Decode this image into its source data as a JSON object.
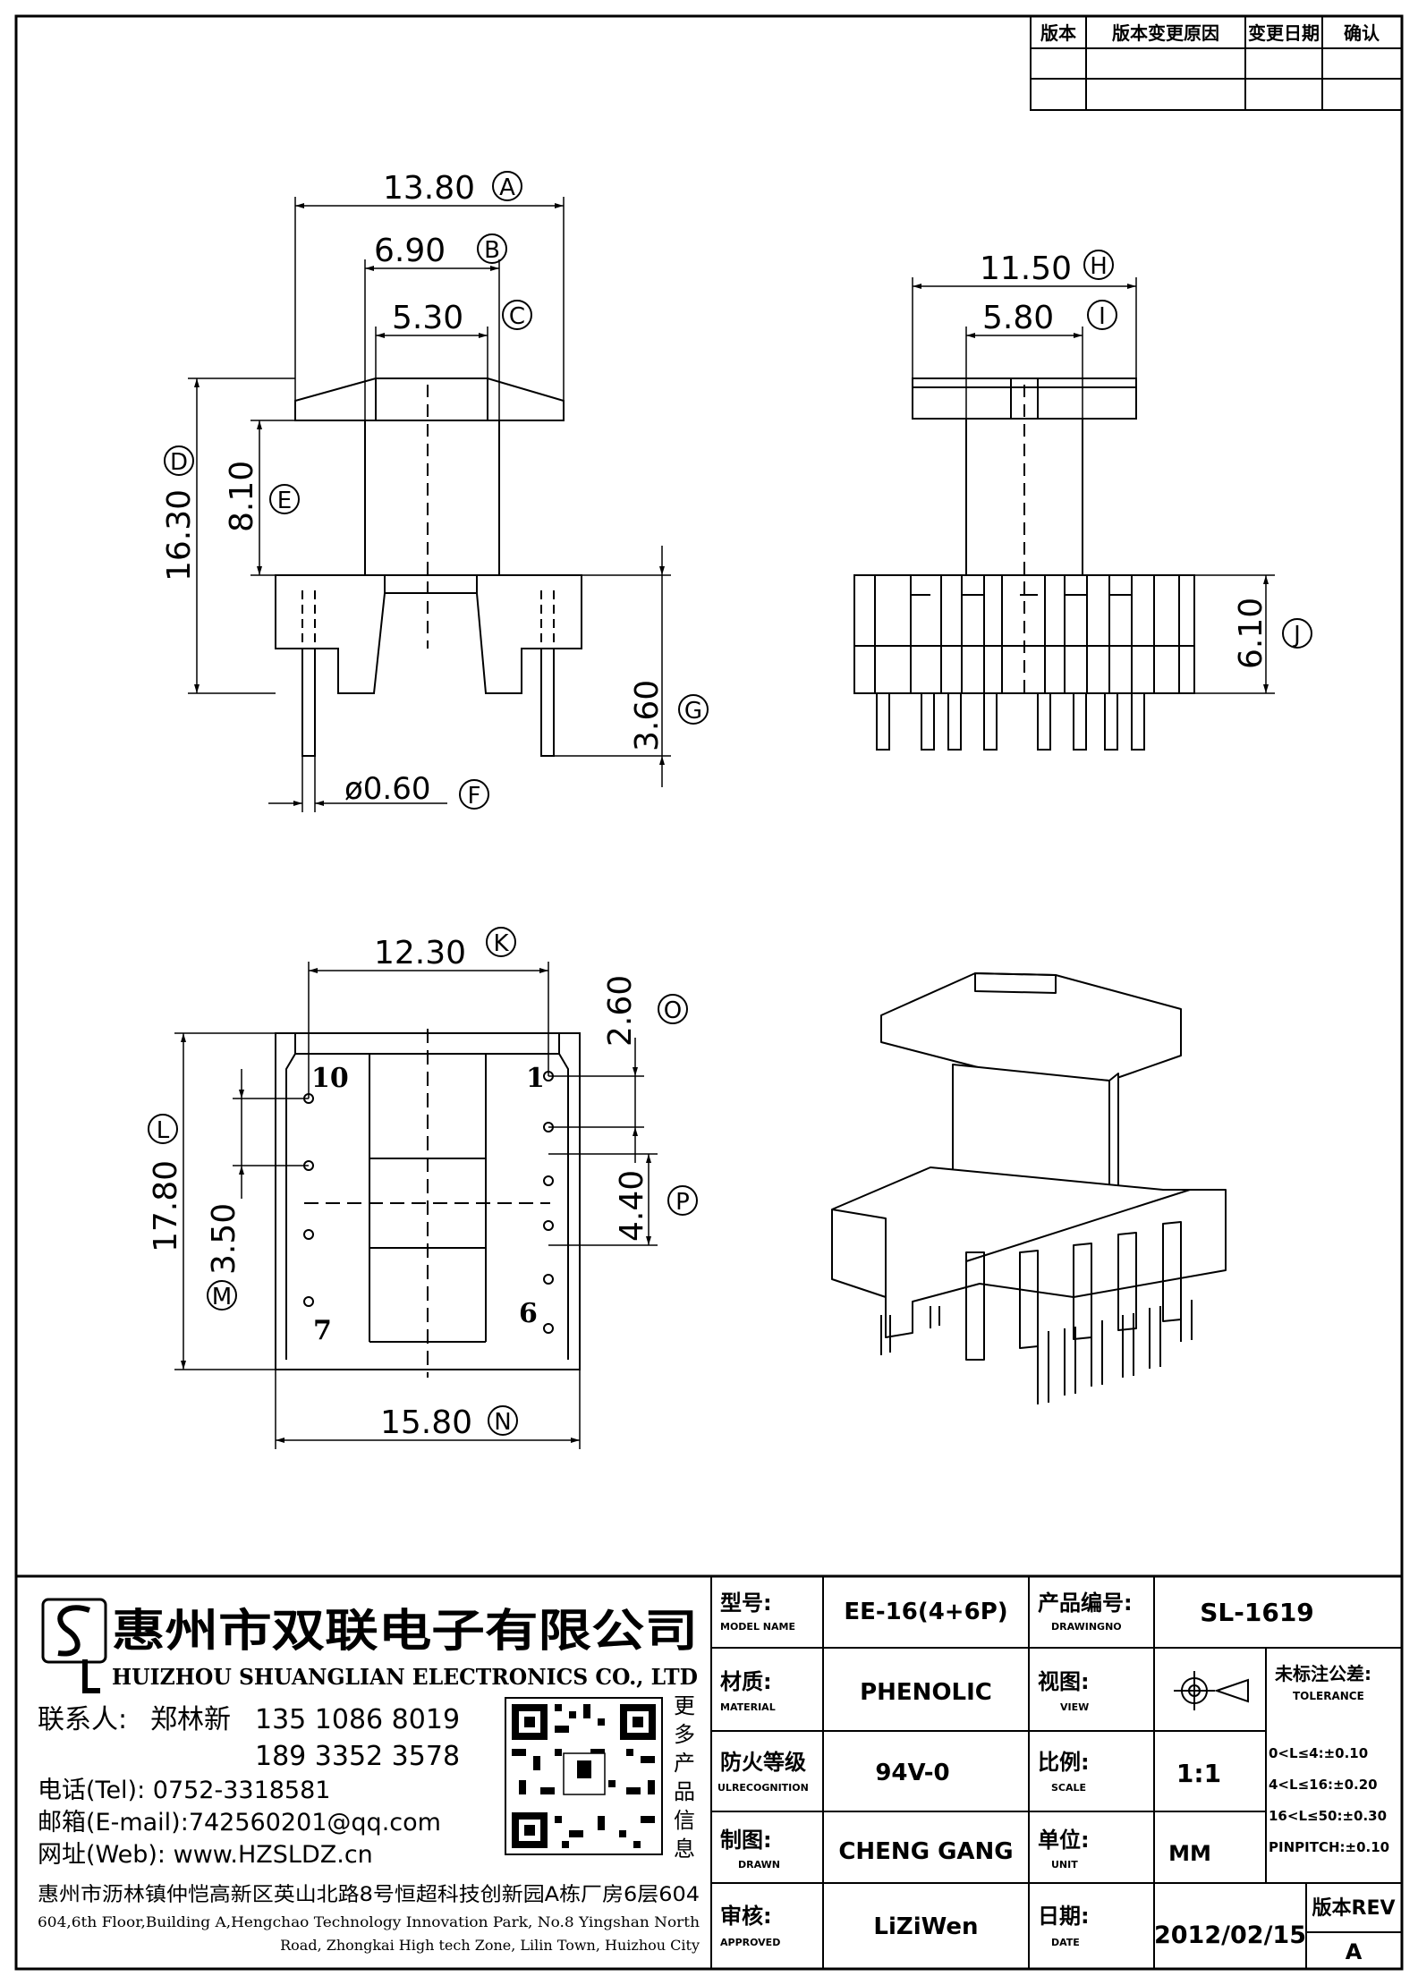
{
  "revision_table": {
    "headers": [
      "版本",
      "版本变更原因",
      "变更日期",
      "确认"
    ]
  },
  "front_view": {
    "dims": {
      "A": {
        "value": "13.80",
        "letter": "A"
      },
      "B": {
        "value": "6.90",
        "letter": "B"
      },
      "C": {
        "value": "5.30",
        "letter": "C"
      },
      "D": {
        "value": "16.30",
        "letter": "D"
      },
      "E": {
        "value": "8.10",
        "letter": "E"
      },
      "F": {
        "value": "ø0.60",
        "letter": "F"
      },
      "G": {
        "value": "3.60",
        "letter": "G"
      }
    }
  },
  "side_view": {
    "dims": {
      "H": {
        "value": "11.50",
        "letter": "H"
      },
      "I": {
        "value": "5.80",
        "letter": "I"
      },
      "J": {
        "value": "6.10",
        "letter": "J"
      }
    }
  },
  "bottom_view": {
    "dims": {
      "K": {
        "value": "12.30",
        "letter": "K"
      },
      "L": {
        "value": "17.80",
        "letter": "L"
      },
      "M": {
        "value": "3.50",
        "letter": "M"
      },
      "N": {
        "value": "15.80",
        "letter": "N"
      },
      "O": {
        "value": "2.60",
        "letter": "O"
      },
      "P": {
        "value": "4.40",
        "letter": "P"
      }
    },
    "pins": {
      "p10": "10",
      "p1": "1",
      "p7": "7",
      "p6": "6"
    }
  },
  "company": {
    "name_cn": "惠州市双联电子有限公司",
    "name_en": "HUIZHOU SHUANGLIAN ELECTRONICS CO., LTD",
    "contact_label": "联系人:",
    "contact_name": "郑林新",
    "phone1": "135 1086 8019",
    "phone2": "189 3352 3578",
    "tel": "电话(Tel): 0752-3318581",
    "email": "邮箱(E-mail):742560201@qq.com",
    "web": "网址(Web): www.HZSLDZ.cn",
    "qr_caption": [
      "更",
      "多",
      "产",
      "品",
      "信",
      "息"
    ],
    "address_cn": "惠州市沥林镇仲恺高新区英山北路8号恒超科技创新园A栋厂房6层604",
    "address_en_1": "604,6th Floor,Building A,Hengchao Technology Innovation Park, No.8 Yingshan North",
    "address_en_2": "Road, Zhongkai High tech Zone, Lilin Town, Huizhou City"
  },
  "title_block": {
    "model_label_cn": "型号:",
    "model_label_en": "MODEL NAME",
    "model_value": "EE-16(4+6P)",
    "drawing_label_cn": "产品编号:",
    "drawing_label_en": "DRAWINGNO",
    "drawing_value": "SL-1619",
    "material_label_cn": "材质:",
    "material_label_en": "MATERIAL",
    "material_value": "PHENOLIC",
    "view_label_cn": "视图:",
    "view_label_en": "VIEW",
    "tolerance_title_cn": "未标注公差:",
    "tolerance_title_en": "TOLERANCE",
    "tolerances": [
      "0<L≤4:±0.10",
      "4<L≤16:±0.20",
      "16<L≤50:±0.30",
      "PINPITCH:±0.10"
    ],
    "fire_label_cn": "防火等级",
    "fire_label_en": "ULRECOGNITION",
    "fire_value": "94V-0",
    "scale_label_cn": "比例:",
    "scale_label_en": "SCALE",
    "scale_value": "1:1",
    "drawn_label_cn": "制图:",
    "drawn_label_en": "DRAWN",
    "drawn_value": "CHENG GANG",
    "unit_label_cn": "单位:",
    "unit_label_en": "UNIT",
    "unit_value": "MM",
    "approved_label_cn": "审核:",
    "approved_label_en": "APPROVED",
    "approved_value": "LiZiWen",
    "date_label_cn": "日期:",
    "date_label_en": "DATE",
    "date_value": "2012/02/15",
    "rev_label": "版本REV",
    "rev_value": "A"
  }
}
